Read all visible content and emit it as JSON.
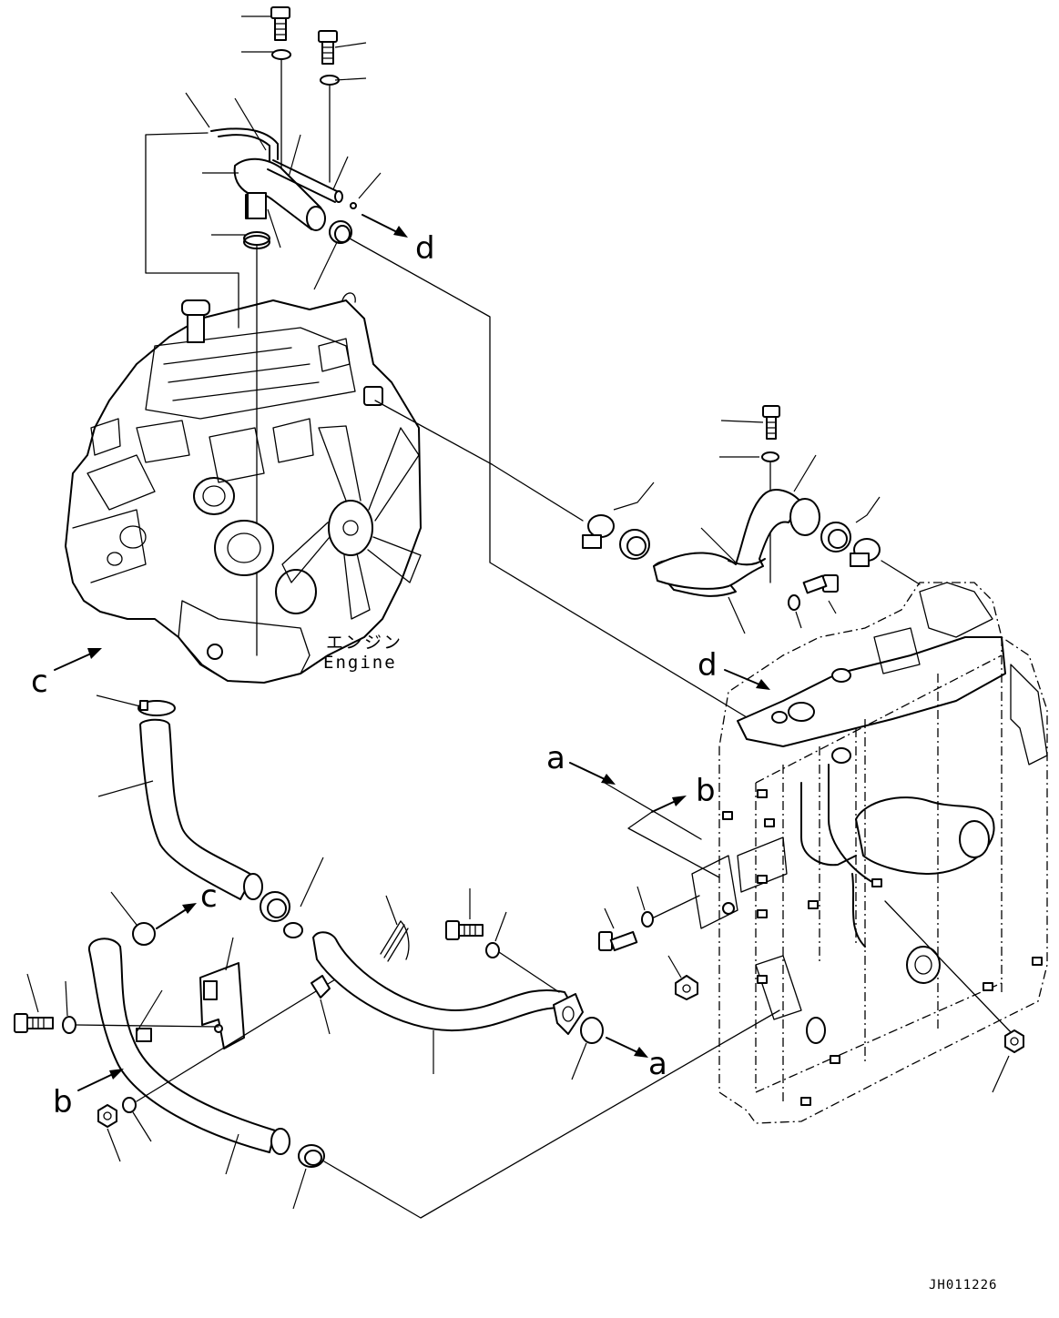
{
  "engine_label": {
    "ja": "エンジン",
    "en": "Engine"
  },
  "callouts": {
    "a": "a",
    "b": "b",
    "c": "c",
    "d": "d"
  },
  "drawing_code": "JH011226"
}
